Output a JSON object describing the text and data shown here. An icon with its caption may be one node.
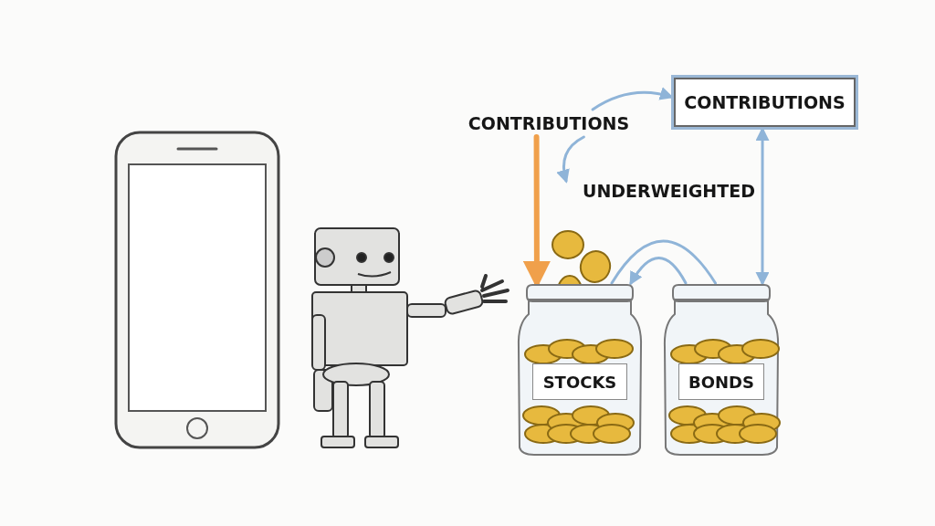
{
  "diagram": {
    "nodes": [
      {
        "text": [
          "CONTRIBUTIONS"
        ]
      },
      {
        "text": [
          "CONTRIBUTIONS"
        ]
      },
      {
        "text": [
          "STOCKS"
        ]
      },
      {
        "text": [
          "BONDS"
        ]
      }
    ],
    "edges": [
      {
        "from": 0,
        "to": 2,
        "arrow": "to",
        "style": "thick",
        "color": "#f0a04b"
      },
      {
        "from": 0,
        "to": 1,
        "arrow": "to"
      },
      {
        "from": 0,
        "to": null,
        "arrow": "to"
      },
      {
        "from": 1,
        "to": 3,
        "arrow": "both"
      },
      {
        "from": 3,
        "to": 2,
        "arrow": "to"
      },
      {
        "from": 2,
        "to": 3,
        "arrow": "none"
      }
    ],
    "labels": [
      "UNDERWEIGHTED"
    ]
  }
}
